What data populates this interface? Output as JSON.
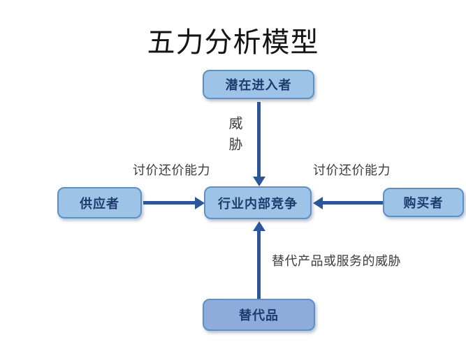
{
  "title": "五力分析模型",
  "diagram": {
    "boxes": {
      "potential_entrants": "潜在进入者",
      "industry_rivalry": "行业内部竞争",
      "suppliers": "供应者",
      "buyers": "购买者",
      "substitutes": "替代品"
    },
    "labels": {
      "threat": "威胁",
      "bargaining_power_left": "讨价还价能力",
      "bargaining_power_right": "讨价还价能力",
      "substitutes_threat": "替代产品或服务的威胁"
    }
  },
  "colors": {
    "background": "#ffffff",
    "title-text": "#141414",
    "box-fill": "#9dc3e6",
    "box-fill-bottom": "#8fabdc",
    "box-border": "#5f90c5",
    "box-text": "#1f3b6e",
    "arrow": "#2b579a",
    "label-text": "#3d3d3d"
  }
}
